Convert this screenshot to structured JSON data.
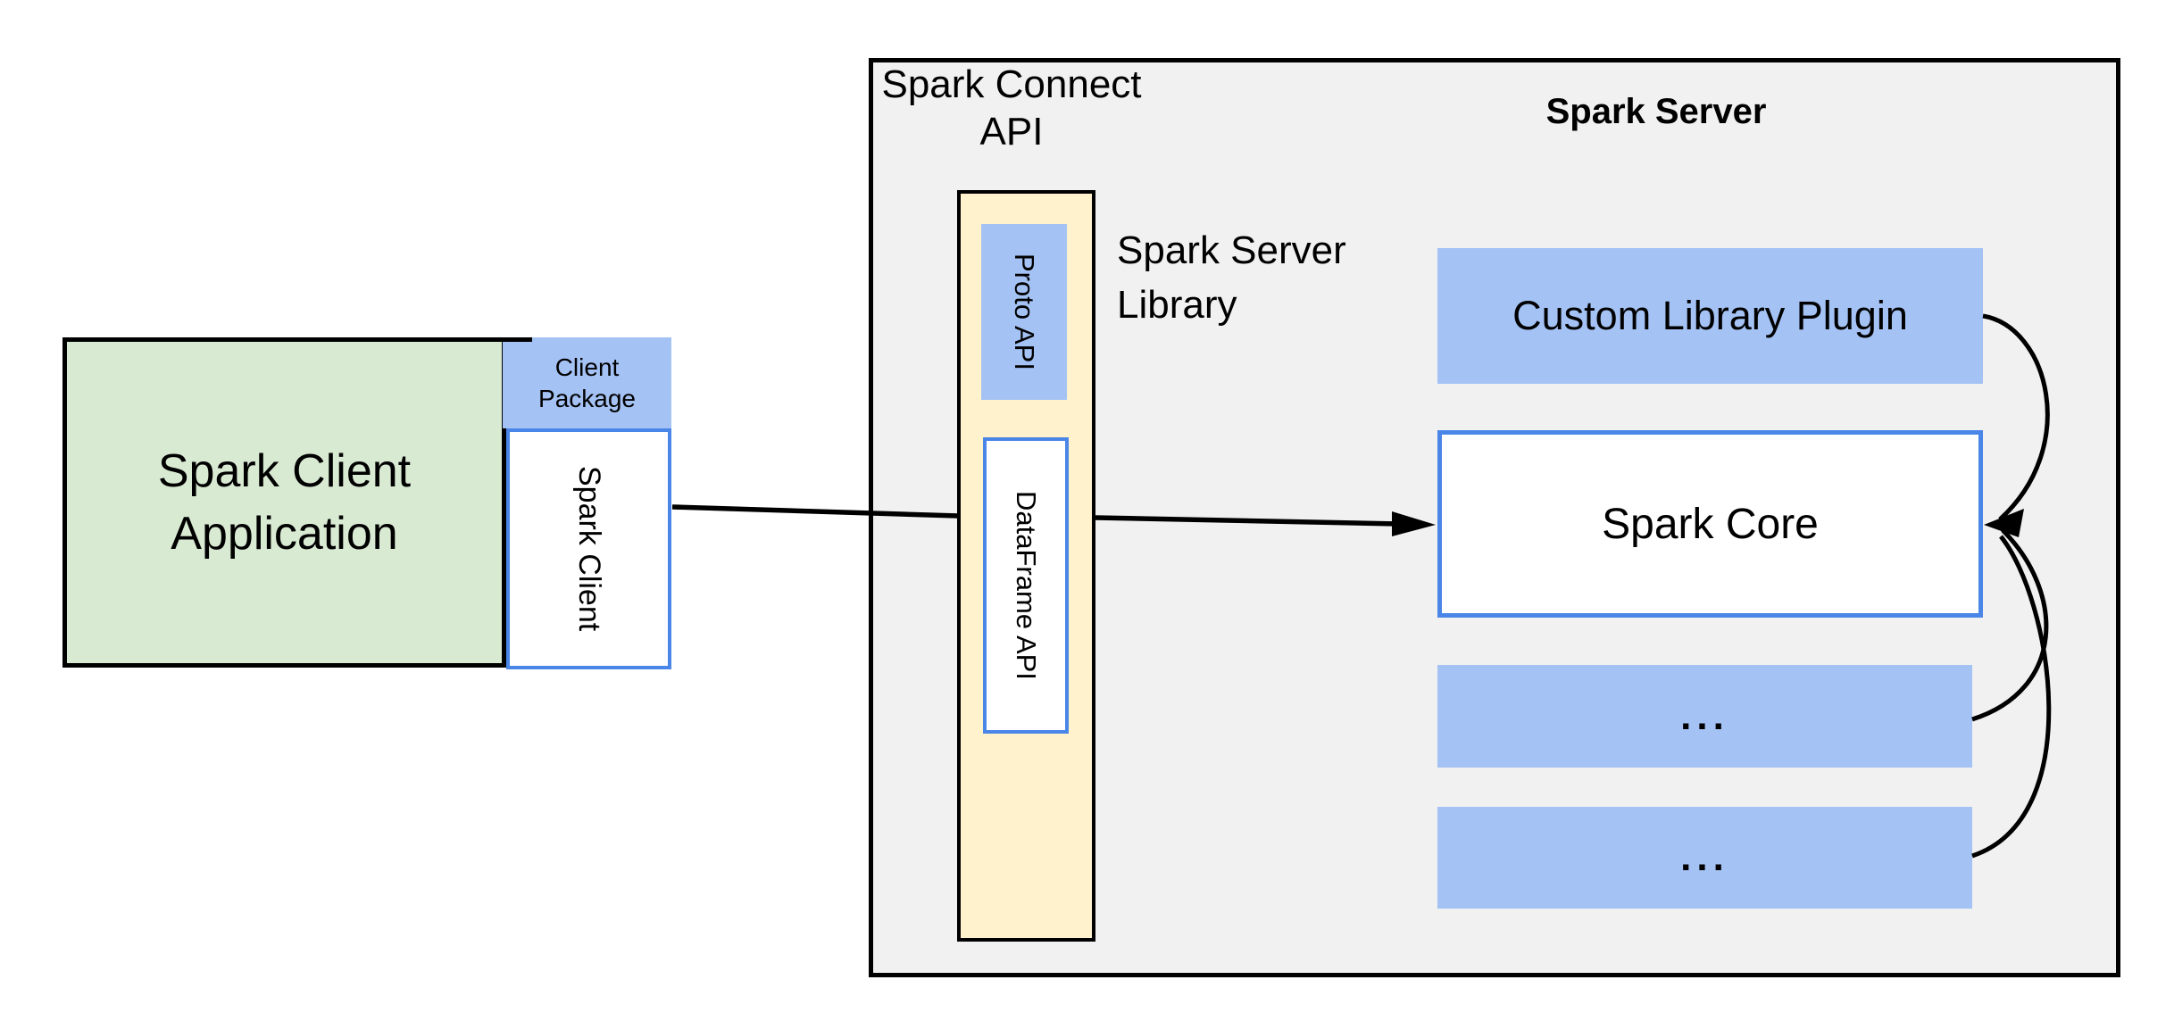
{
  "client": {
    "app_lines": [
      "Spark Client",
      "Application"
    ],
    "package_lines": [
      "Client",
      "Package"
    ],
    "client_label": "Spark Client"
  },
  "connect": {
    "title_lines": [
      "Spark Connect",
      "API"
    ],
    "proto_api_label": "Proto API",
    "dataframe_api_label": "DataFrame API",
    "server_library_lines": [
      "Spark Server",
      "Library"
    ]
  },
  "server": {
    "title": "Spark Server",
    "custom_plugin_label": "Custom Library Plugin",
    "core_label": "Spark Core",
    "slot1_label": "...",
    "slot2_label": "..."
  },
  "colors": {
    "client_app_fill": "#d9ead3",
    "accent_blue_fill": "#a4c2f4",
    "bridge_fill": "#fff2cc",
    "server_panel_fill": "#f1f1f2",
    "box_border_blue": "#4a86e8",
    "connector_black": "#000000"
  }
}
